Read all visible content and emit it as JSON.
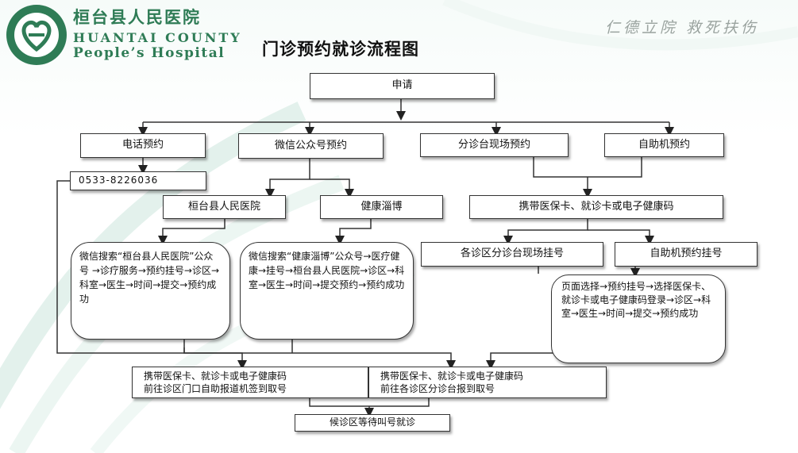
{
  "header": {
    "logo_cn": "桓台县人民医院",
    "logo_en_line1": "HUANTAI COUNTY",
    "logo_en_line2": "People’s Hospital",
    "title": "门诊预约就诊流程图",
    "slogan": "仁德立院  救死扶伤"
  },
  "colors": {
    "brand_green": "#2f7c56",
    "line": "#333333",
    "background_swirl": "#e3f1ec"
  },
  "flow": {
    "apply": "申请",
    "phone": "电话预约",
    "wechat": "微信公众号预约",
    "onsite": "分诊台现场预约",
    "kiosk": "自助机预约",
    "phone_number": "0533-8226036",
    "hospital_account": "桓台县人民医院",
    "health_zibo": "健康淄博",
    "bring_cards": "携带医保卡、就诊卡或电子健康码",
    "hospital_steps": "微信搜索“桓台县人民医院”公众号 →诊疗服务→预约挂号→诊区→科室→医生→时间→提交→预约成功",
    "zibo_steps": "微信搜索“健康淄博”公众号→医疗健康→挂号→桓台县人民医院→诊区→科室→医生→时间→提交预约→预约成功",
    "onsite_register": "各诊区分诊台现场挂号",
    "kiosk_register": "自助机预约挂号",
    "kiosk_steps": "页面选择→预约挂号→选择医保卡、就诊卡或电子健康码登录→诊区→科室→医生→时间→提交→预约成功",
    "checkin_kiosk_line1": "携带医保卡、就诊卡或电子健康码",
    "checkin_kiosk_line2": "前往诊区门口自助报道机签到取号",
    "checkin_desk_line1": "携带医保卡、就诊卡或电子健康码",
    "checkin_desk_line2": "前往各诊区分诊台报到取号",
    "wait": "候诊区等待叫号就诊"
  }
}
